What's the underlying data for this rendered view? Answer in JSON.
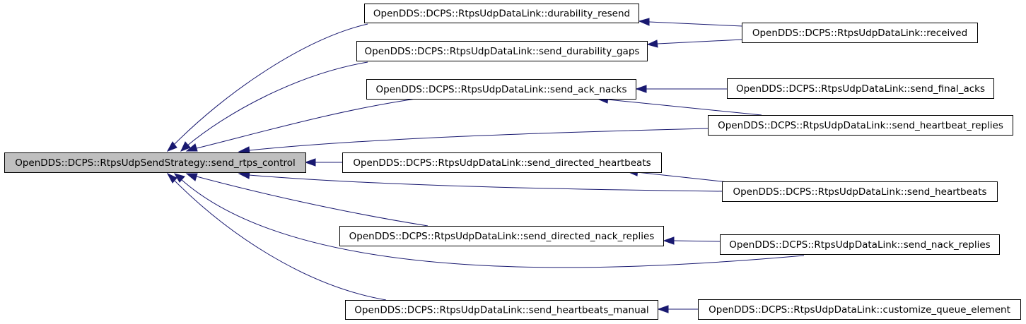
{
  "graph": {
    "root": {
      "id": "send_rtps_control",
      "label": "OpenDDS::DCPS::RtpsUdpSendStrategy::send_rtps_control"
    },
    "nodes": [
      {
        "id": "durability_resend",
        "label": "OpenDDS::DCPS::RtpsUdpDataLink::durability_resend"
      },
      {
        "id": "send_durability_gaps",
        "label": "OpenDDS::DCPS::RtpsUdpDataLink::send_durability_gaps"
      },
      {
        "id": "received",
        "label": "OpenDDS::DCPS::RtpsUdpDataLink::received"
      },
      {
        "id": "send_ack_nacks",
        "label": "OpenDDS::DCPS::RtpsUdpDataLink::send_ack_nacks"
      },
      {
        "id": "send_final_acks",
        "label": "OpenDDS::DCPS::RtpsUdpDataLink::send_final_acks"
      },
      {
        "id": "send_heartbeat_replies",
        "label": "OpenDDS::DCPS::RtpsUdpDataLink::send_heartbeat_replies"
      },
      {
        "id": "send_directed_heartbeats",
        "label": "OpenDDS::DCPS::RtpsUdpDataLink::send_directed_heartbeats"
      },
      {
        "id": "send_heartbeats",
        "label": "OpenDDS::DCPS::RtpsUdpDataLink::send_heartbeats"
      },
      {
        "id": "send_directed_nack_replies",
        "label": "OpenDDS::DCPS::RtpsUdpDataLink::send_directed_nack_replies"
      },
      {
        "id": "send_nack_replies",
        "label": "OpenDDS::DCPS::RtpsUdpDataLink::send_nack_replies"
      },
      {
        "id": "send_heartbeats_manual",
        "label": "OpenDDS::DCPS::RtpsUdpDataLink::send_heartbeats_manual"
      },
      {
        "id": "customize_queue_element",
        "label": "OpenDDS::DCPS::RtpsUdpDataLink::customize_queue_element"
      }
    ],
    "edges": [
      {
        "from": "durability_resend",
        "to": "send_rtps_control"
      },
      {
        "from": "send_durability_gaps",
        "to": "send_rtps_control"
      },
      {
        "from": "send_ack_nacks",
        "to": "send_rtps_control"
      },
      {
        "from": "send_heartbeat_replies",
        "to": "send_rtps_control"
      },
      {
        "from": "send_directed_heartbeats",
        "to": "send_rtps_control"
      },
      {
        "from": "send_heartbeats",
        "to": "send_rtps_control"
      },
      {
        "from": "send_directed_nack_replies",
        "to": "send_rtps_control"
      },
      {
        "from": "send_nack_replies",
        "to": "send_rtps_control"
      },
      {
        "from": "send_heartbeats_manual",
        "to": "send_rtps_control"
      },
      {
        "from": "received",
        "to": "durability_resend"
      },
      {
        "from": "received",
        "to": "send_durability_gaps"
      },
      {
        "from": "send_final_acks",
        "to": "send_ack_nacks"
      },
      {
        "from": "send_heartbeat_replies",
        "to": "send_ack_nacks"
      },
      {
        "from": "send_heartbeats",
        "to": "send_directed_heartbeats"
      },
      {
        "from": "send_nack_replies",
        "to": "send_directed_nack_replies"
      },
      {
        "from": "customize_queue_element",
        "to": "send_heartbeats_manual"
      }
    ]
  },
  "colors": {
    "edge": "#191970",
    "root_fill": "#bfbfbf",
    "node_fill": "#ffffff",
    "border": "#000000"
  }
}
